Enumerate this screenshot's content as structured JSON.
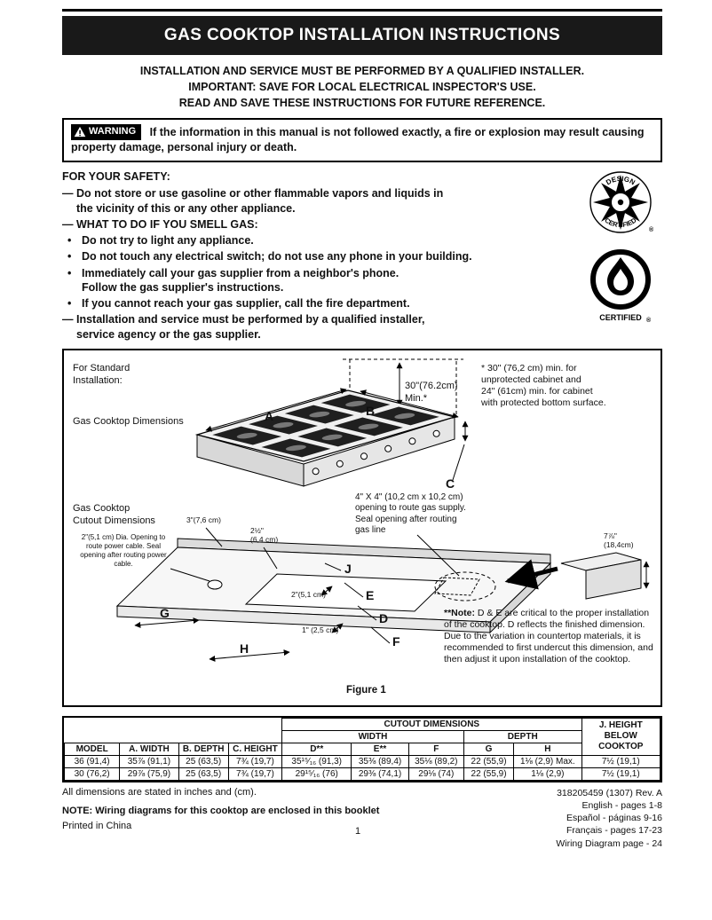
{
  "header": {
    "title": "GAS COOKTOP INSTALLATION INSTRUCTIONS"
  },
  "notice": [
    "INSTALLATION AND SERVICE MUST BE PERFORMED BY A QUALIFIED INSTALLER.",
    "IMPORTANT: SAVE FOR LOCAL ELECTRICAL INSPECTOR'S USE.",
    "READ AND SAVE THESE INSTRUCTIONS FOR FUTURE REFERENCE."
  ],
  "warning": {
    "badge": "WARNING",
    "text": "If the information in this manual is not followed exactly, a fire or explosion may result causing property damage, personal injury or death."
  },
  "safety": {
    "heading": "FOR YOUR SAFETY:",
    "items": [
      {
        "marker": "—",
        "text": "Do not store or use gasoline or other flammable vapors and liquids in\nthe vicinity of this or any other appliance."
      },
      {
        "marker": "—",
        "text": "WHAT TO DO IF YOU SMELL GAS:"
      },
      {
        "marker": "•",
        "text": "Do not try to light any appliance."
      },
      {
        "marker": "•",
        "text": "Do not touch any electrical switch; do not use any phone in your building."
      },
      {
        "marker": "•",
        "text": "Immediately call your gas supplier from a neighbor's phone.\nFollow the gas supplier's instructions."
      },
      {
        "marker": "•",
        "text": "If you cannot reach your gas supplier, call the fire department."
      },
      {
        "marker": "—",
        "text": "Installation and service must be performed by a qualified installer,\nservice agency or the gas supplier."
      }
    ],
    "logos": {
      "design_top": "DESIGN",
      "design_bottom": "CERTIFIED",
      "flame_label": "CERTIFIED",
      "registered": "®"
    }
  },
  "figure": {
    "standard_install": "For Standard Installation:",
    "cooktop_dims_label": "Gas Cooktop Dimensions",
    "cutout_dims_label": "Gas Cooktop Cutout Dimensions",
    "min_clearance": "30\"(76.2cm)\nMin.*",
    "clearance_note": "* 30\" (76,2 cm) min. for\nunprotected cabinet and\n24\" (61cm) min. for cabinet\nwith protected bottom surface.",
    "gas_opening_note": "4\" X 4\" (10,2 cm x 10,2 cm) opening to route gas supply. Seal opening after routing gas line",
    "power_opening_note": "2\"(5,1 cm) Dia. Opening to route power cable. Seal opening after routing power cable.",
    "labels": {
      "a": "A",
      "b": "B",
      "c": "C",
      "d": "D",
      "e": "E",
      "f": "F",
      "g": "G",
      "h": "H",
      "j": "J"
    },
    "dims": {
      "three_in": "3\"(7,6 cm)",
      "two_half_in": "2½\"\n(6,4 cm)",
      "two_in": "2\"(5,1 cm)",
      "one_in": "1\" (2,5 cm)",
      "seven_eighths": "7⅞\"\n(18,4cm)"
    },
    "caption": "Figure 1",
    "de_note_prefix": "**Note:",
    "de_note_body": " D & E are critical to the proper installation of the cooktop. D reflects the finished dimension. Due to the variation in countertop materials, it is recommended to first undercut this dimension, and then adjust it upon installation of the cooktop."
  },
  "table": {
    "group_label": "CUTOUT DIMENSIONS",
    "width_label": "WIDTH",
    "depth_label": "DEPTH",
    "j_lines": [
      "J. HEIGHT",
      "BELOW",
      "COOKTOP"
    ],
    "columns": [
      "MODEL",
      "A. WIDTH",
      "B. DEPTH",
      "C. HEIGHT",
      "D**",
      "E**",
      "F",
      "G",
      "H"
    ],
    "rows": [
      [
        "36 (91,4)",
        "35⅞ (91,1)",
        "25 (63,5)",
        "7¾ (19,7)",
        "35¹⁵⁄₁₆ (91,3)",
        "35⅜ (89,4)",
        "35⅛ (89,2)",
        "22 (55,9)",
        "1⅛ (2,9) Max.",
        "7½ (19,1)"
      ],
      [
        "30 (76,2)",
        "29⅞ (75,9)",
        "25 (63,5)",
        "7¾ (19,7)",
        "29¹⁵⁄₁₆ (76)",
        "29⅜ (74,1)",
        "29⅛ (74)",
        "22 (55,9)",
        "1⅛ (2,9)",
        "7½ (19,1)"
      ]
    ]
  },
  "footer": {
    "dims_note": "All dimensions are stated in inches and (cm).",
    "wiring_note": "NOTE: Wiring diagrams for this cooktop are enclosed in this booklet",
    "printed": "Printed in China",
    "page_number": "1",
    "right_lines": [
      "318205459 (1307) Rev. A",
      "English - pages 1-8",
      "Español - páginas 9-16",
      "Français - pages 17-23",
      "Wiring Diagram page - 24"
    ]
  }
}
